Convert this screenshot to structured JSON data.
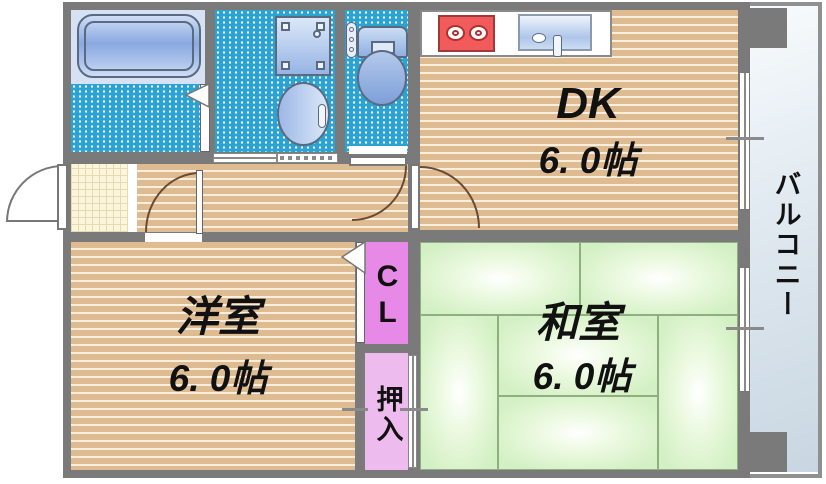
{
  "floor_plan": {
    "rooms": {
      "dk": {
        "label": "DK",
        "size": "6. 0帖"
      },
      "western_room": {
        "label": "洋室",
        "size": "6. 0帖"
      },
      "japanese_room": {
        "label": "和室",
        "size": "6. 0帖"
      },
      "closet": {
        "label": "CL"
      },
      "oshiire": {
        "label": "押入"
      },
      "balcony": {
        "label": "バルコニー"
      }
    },
    "fixtures": [
      "bathtub-icon",
      "washing-machine-pan-icon",
      "washbasin-icon",
      "toilet-icon",
      "gas-stove-icon",
      "kitchen-sink-icon",
      "entrance-door-icon",
      "swing-door-icon",
      "sliding-door-icon",
      "folding-door-arrow-icon"
    ],
    "colors": {
      "wall": "#7a7a7a",
      "wood_floor": "#dfbb92",
      "wet_area_tile": "#2aa3d3",
      "tatami_green": "#d3f0c4",
      "closet_pink": "#e78ae7",
      "oshiire_pink": "#eebbee",
      "genkan_tile": "#faf5dc",
      "balcony_gray_blue": "#dde7ee",
      "stove_red": "#f15b5b",
      "fixture_blue": "#8fb0e2"
    }
  }
}
